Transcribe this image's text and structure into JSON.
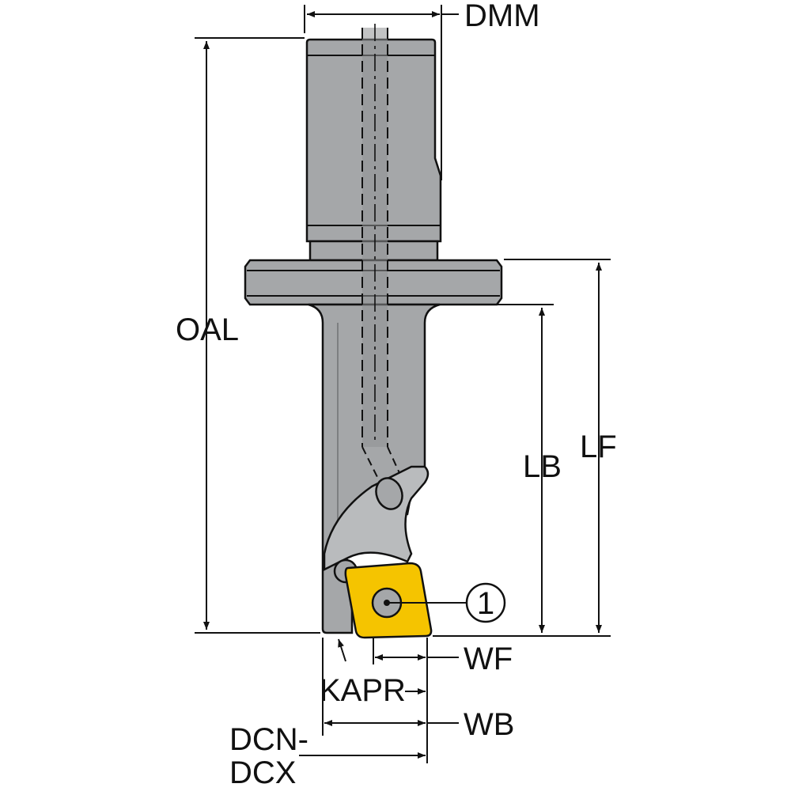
{
  "drawing": {
    "labels": {
      "dmm": "DMM",
      "oal": "OAL",
      "lb": "LB",
      "lf": "LF",
      "wf": "WF",
      "kapr": "KAPR",
      "wb": "WB",
      "dcn_line1": "DCN-",
      "dcn_line2": "DCX",
      "callout": "1"
    },
    "colors": {
      "body": "#a5a7a9",
      "body_light": "#b9bbbd",
      "coolant": "#8f9193",
      "insert": "#f5c400",
      "insert_center": "#a5a7a9",
      "outline": "#111111"
    }
  }
}
